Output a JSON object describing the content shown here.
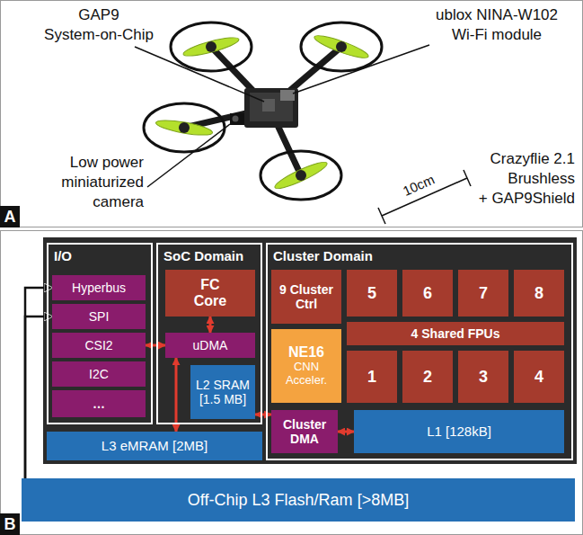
{
  "diagram": {
    "nodes": [
      {
        "text": [
          "I/O"
        ]
      },
      {
        "text": [
          "Hyperbus"
        ],
        "in": 0
      },
      {
        "text": [
          "SPI"
        ],
        "in": 0
      },
      {
        "text": [
          "CSI2"
        ],
        "in": 0
      },
      {
        "text": [
          "I2C"
        ],
        "in": 0
      },
      {
        "text": [
          "…"
        ],
        "in": 0
      },
      {
        "text": [
          "SoC Domain"
        ]
      },
      {
        "text": [
          "FC Core"
        ],
        "in": 6
      },
      {
        "text": [
          "uDMA"
        ],
        "in": 6
      },
      {
        "text": [
          "L2 SRAM [1.5 MB]"
        ],
        "in": 6
      },
      {
        "text": [
          "L3 eMRAM [2MB]"
        ]
      },
      {
        "text": [
          "Cluster Domain"
        ]
      },
      {
        "text": [
          "9 Cluster Ctrl"
        ],
        "in": 11
      },
      {
        "text": [
          "5"
        ],
        "in": 11
      },
      {
        "text": [
          "6"
        ],
        "in": 11
      },
      {
        "text": [
          "7"
        ],
        "in": 11
      },
      {
        "text": [
          "8"
        ],
        "in": 11
      },
      {
        "text": [
          "4 Shared FPUs"
        ],
        "in": 11
      },
      {
        "text": [
          "NE16",
          "CNN Acceler."
        ],
        "in": 11
      },
      {
        "text": [
          "1"
        ],
        "in": 11
      },
      {
        "text": [
          "2"
        ],
        "in": 11
      },
      {
        "text": [
          "3"
        ],
        "in": 11
      },
      {
        "text": [
          "4"
        ],
        "in": 11
      },
      {
        "text": [
          "Cluster DMA"
        ],
        "in": 11
      },
      {
        "text": [
          "L1 [128kB]"
        ],
        "in": 11
      },
      {
        "text": [
          "Off-Chip L3 Flash/Ram [>8MB]"
        ]
      }
    ],
    "edges": [
      {
        "from": 7,
        "to": 8,
        "arrow": "both"
      },
      {
        "from": 3,
        "to": 8,
        "arrow": "both"
      },
      {
        "from": 8,
        "to": 10,
        "arrow": "both"
      },
      {
        "from": 9,
        "to": 23,
        "arrow": "both"
      },
      {
        "from": 23,
        "to": 24,
        "arrow": "both"
      },
      {
        "from": 25,
        "to": 1,
        "arrow": "to"
      },
      {
        "from": 25,
        "to": 2,
        "arrow": "to"
      }
    ],
    "labels": [
      "GAP9 System-on-Chip",
      "ublox NINA-W102 Wi-Fi module",
      "Low power miniaturized camera",
      "10cm",
      "Crazyflie 2.1 Brushless + GAP9Shield",
      "A",
      "B"
    ]
  }
}
